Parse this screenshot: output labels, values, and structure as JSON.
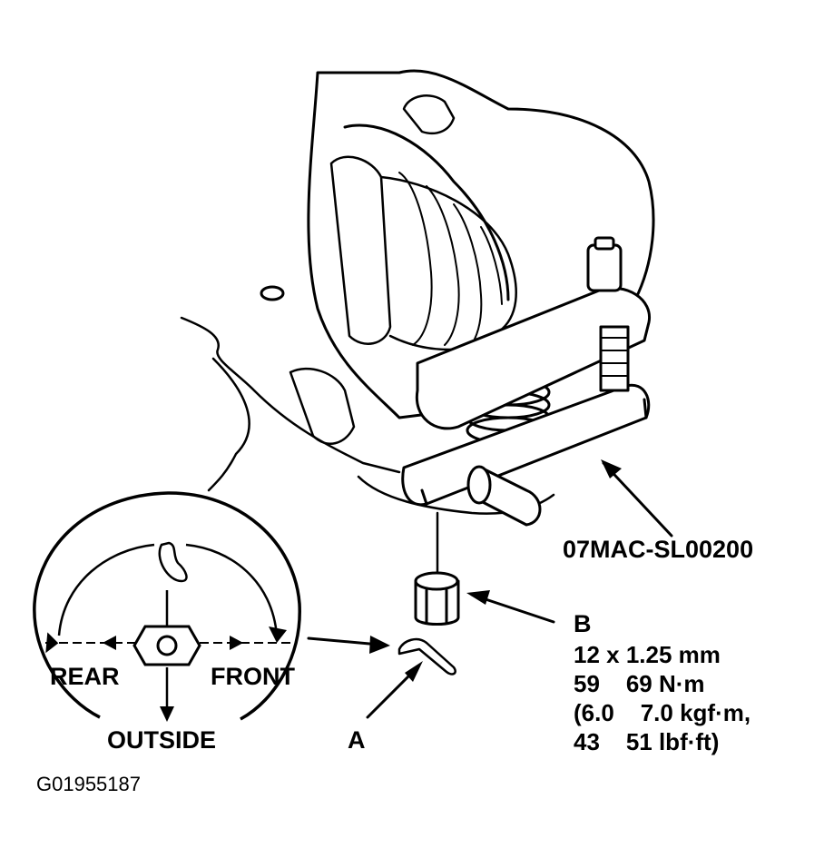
{
  "tool_label": "07MAC-SL00200",
  "callout_a": "A",
  "callout_b": "B",
  "spec_lines": [
    "12 x 1.25 mm",
    "59    69 N·m",
    "(6.0    7.0 kgf·m,",
    "43    51 lbf·ft)"
  ],
  "inset": {
    "rear": "REAR",
    "front": "FRONT",
    "outside": "OUTSIDE"
  },
  "figure_code": "G01955187"
}
